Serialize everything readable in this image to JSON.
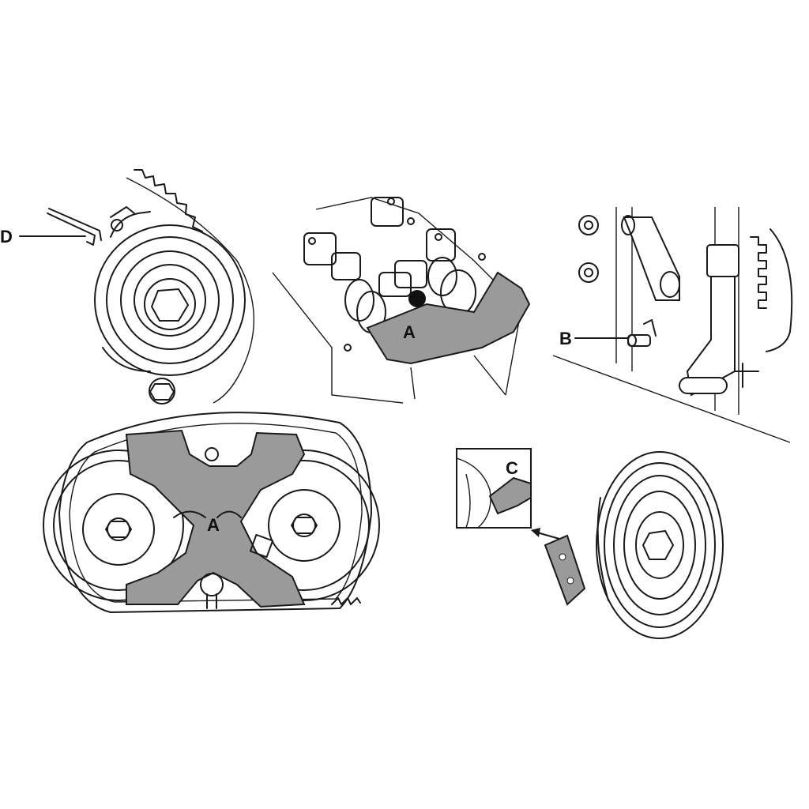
{
  "labels": {
    "crankshaft_panel": "D",
    "camshaft_top_panel": "A",
    "flywheel_panel": "B",
    "camshaft_front_panel": "A",
    "pulley_panel": "C"
  },
  "colors": {
    "tool_fill": "#9a9a9a",
    "line": "#1a1a1a",
    "background": "#ffffff"
  }
}
